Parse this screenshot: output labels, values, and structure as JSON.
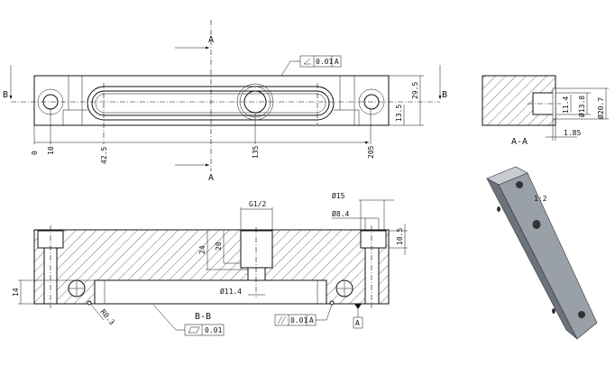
{
  "top_view": {
    "section_a": "A",
    "section_b": "B",
    "dims": {
      "d0": "0",
      "d10": "10",
      "d42": "42.5",
      "d135": "135",
      "d205": "205",
      "h29": "29.5",
      "h13": "13.5"
    },
    "angularity_fcf": {
      "tolerance": "0.01",
      "datum": "A"
    }
  },
  "section_aa": {
    "label": "A-A",
    "dims": {
      "d11": "11.4",
      "d13": "Ø13.8",
      "d20": "Ø20.7",
      "d185": "1.85"
    }
  },
  "iso_view": {
    "scale": "1:2"
  },
  "section_bb": {
    "label": "B-B",
    "dims": {
      "thread": "G1/2",
      "d15": "Ø15",
      "d84": "Ø8.4",
      "d105": "10.5",
      "d24": "24",
      "d20": "20",
      "d114": "Ø11.4",
      "d14": "14",
      "r03": "R0.3"
    },
    "flatness_fcf": {
      "tolerance": "0.01"
    },
    "parallel_fcf": {
      "tolerance": "0.01",
      "datum": "A"
    },
    "datum": "A"
  }
}
